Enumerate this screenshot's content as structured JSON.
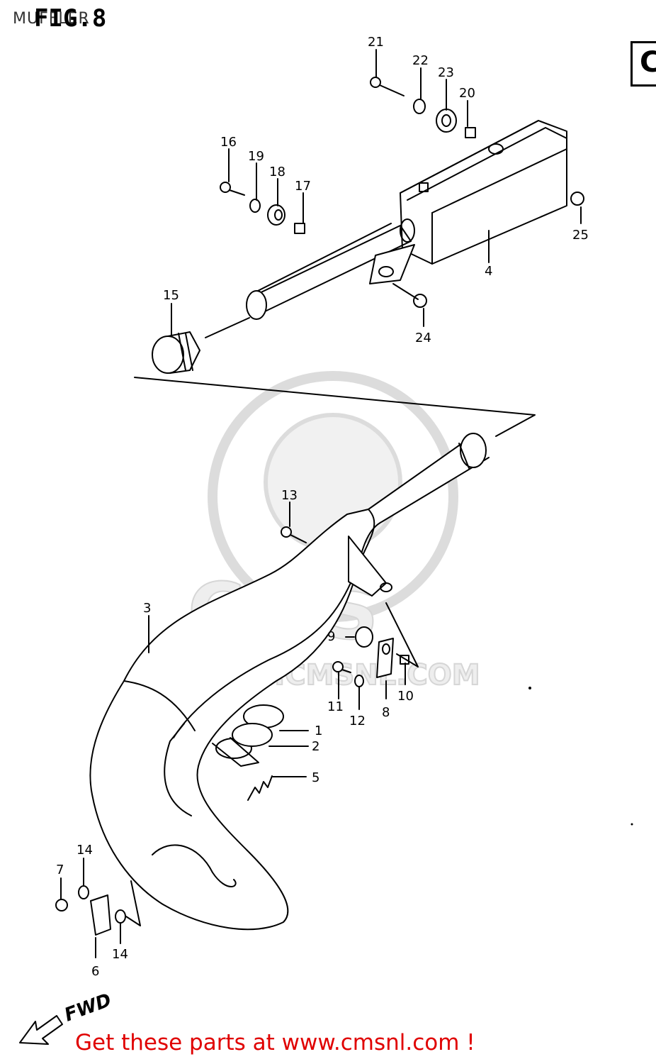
{
  "figure": {
    "section_title": "MUFFLER",
    "fig_label": "FIG.8",
    "corner_letter": "C"
  },
  "watermark": {
    "brand": "CMS",
    "url": "WWW.CMSNL.COM"
  },
  "direction_label": "FWD",
  "callouts": {
    "p1": "1",
    "p2": "2",
    "p3": "3",
    "p4": "4",
    "p5": "5",
    "p6": "6",
    "p7": "7",
    "p8": "8",
    "p9": "9",
    "p10": "10",
    "p11": "11",
    "p12": "12",
    "p13": "13",
    "p14a": "14",
    "p14b": "14",
    "p15": "15",
    "p16": "16",
    "p17": "17",
    "p18": "18",
    "p19": "19",
    "p20": "20",
    "p21": "21",
    "p22": "22",
    "p23": "23",
    "p24": "24",
    "p25": "25"
  },
  "promo_text": "Get these parts at www.cmsnl.com !"
}
